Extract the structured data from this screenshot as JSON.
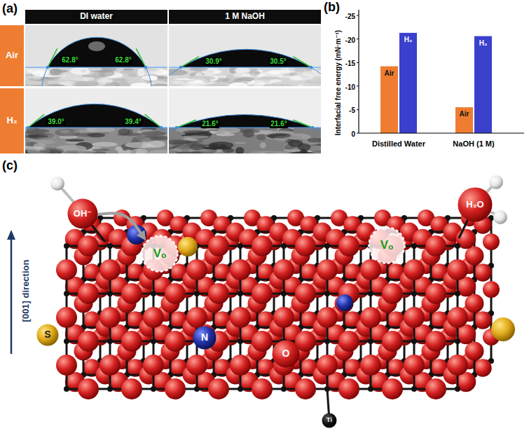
{
  "diagram": {
    "nodes": [
      {
        "text": [
          "DI water"
        ]
      },
      {
        "text": [
          "1 M NaOH"
        ]
      },
      {
        "text": [
          "Air"
        ]
      },
      {
        "text": [
          "H₂"
        ]
      },
      {
        "text": [
          "OH⁻"
        ]
      },
      {
        "text": [
          "Vₒ"
        ]
      },
      {
        "text": [
          "Vₒ"
        ]
      },
      {
        "text": [
          "H₂O"
        ]
      },
      {
        "text": [
          "S"
        ]
      },
      {
        "text": [
          "N"
        ]
      },
      {
        "text": [
          "O"
        ]
      },
      {
        "text": [
          "Ti"
        ]
      }
    ],
    "edges": [
      {
        "from": 4,
        "to": 5,
        "arrow": "to"
      }
    ],
    "labels": [
      "(a)",
      "62.8°",
      "62.8°",
      "30.9°",
      "30.5°",
      "39.0°",
      "39.4°",
      "21.6°",
      "21.6°",
      "(b)",
      "-25",
      "-20",
      "-15",
      "-10",
      "-5",
      "0",
      "Interfacial free energy (mN·m⁻¹)",
      "Air",
      "H₂",
      "Air",
      "H₂",
      "Distilled Water",
      "NaOH (1 M)",
      "(c)",
      "[001] direction"
    ]
  }
}
